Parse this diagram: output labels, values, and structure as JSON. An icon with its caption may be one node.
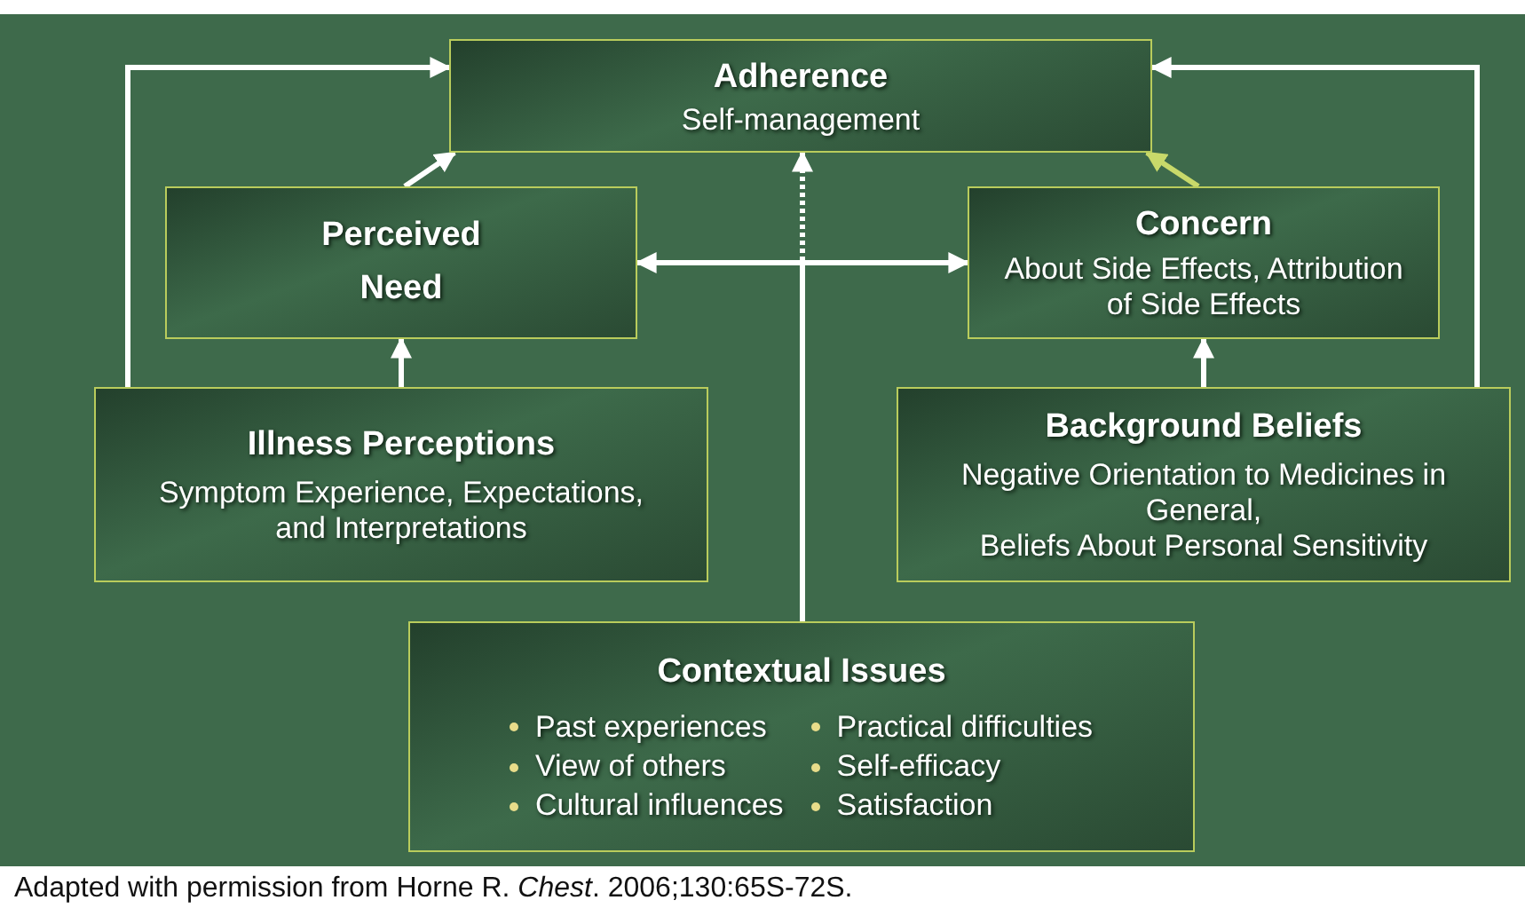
{
  "diagram": {
    "caption": "Adapted with permission from Horne R. *Chest*. 2006;130:65S-72S.",
    "nodes": [
      {
        "text": [
          "Adherence",
          "Self-management"
        ]
      },
      {
        "text": [
          "Perceived Need"
        ]
      },
      {
        "text": [
          "Concern",
          "About Side Effects, Attribution of Side Effects"
        ]
      },
      {
        "text": [
          "Illness Perceptions",
          "Symptom Experience, Expectations, and Interpretations"
        ]
      },
      {
        "text": [
          "Background Beliefs",
          "Negative Orientation to Medicines in General,",
          "Beliefs About Personal Sensitivity"
        ]
      },
      {
        "text": [
          "Contextual Issues",
          "Past experiences",
          "Practical difficulties",
          "View of others",
          "Self-efficacy",
          "Cultural influences",
          "Satisfaction"
        ]
      }
    ],
    "edges": [
      {
        "from": 1,
        "to": 0,
        "arrow": "to"
      },
      {
        "from": 2,
        "to": 0,
        "arrow": "to",
        "color": "#c8d96a"
      },
      {
        "from": 1,
        "to": 2,
        "arrow": "both"
      },
      {
        "from": 3,
        "to": 1,
        "arrow": "to"
      },
      {
        "from": 4,
        "to": 2,
        "arrow": "to"
      },
      {
        "from": 3,
        "to": 0,
        "arrow": "to"
      },
      {
        "from": 4,
        "to": 0,
        "arrow": "to"
      },
      {
        "from": 5,
        "to": 0,
        "arrow": "to",
        "style": "dashed"
      }
    ]
  }
}
